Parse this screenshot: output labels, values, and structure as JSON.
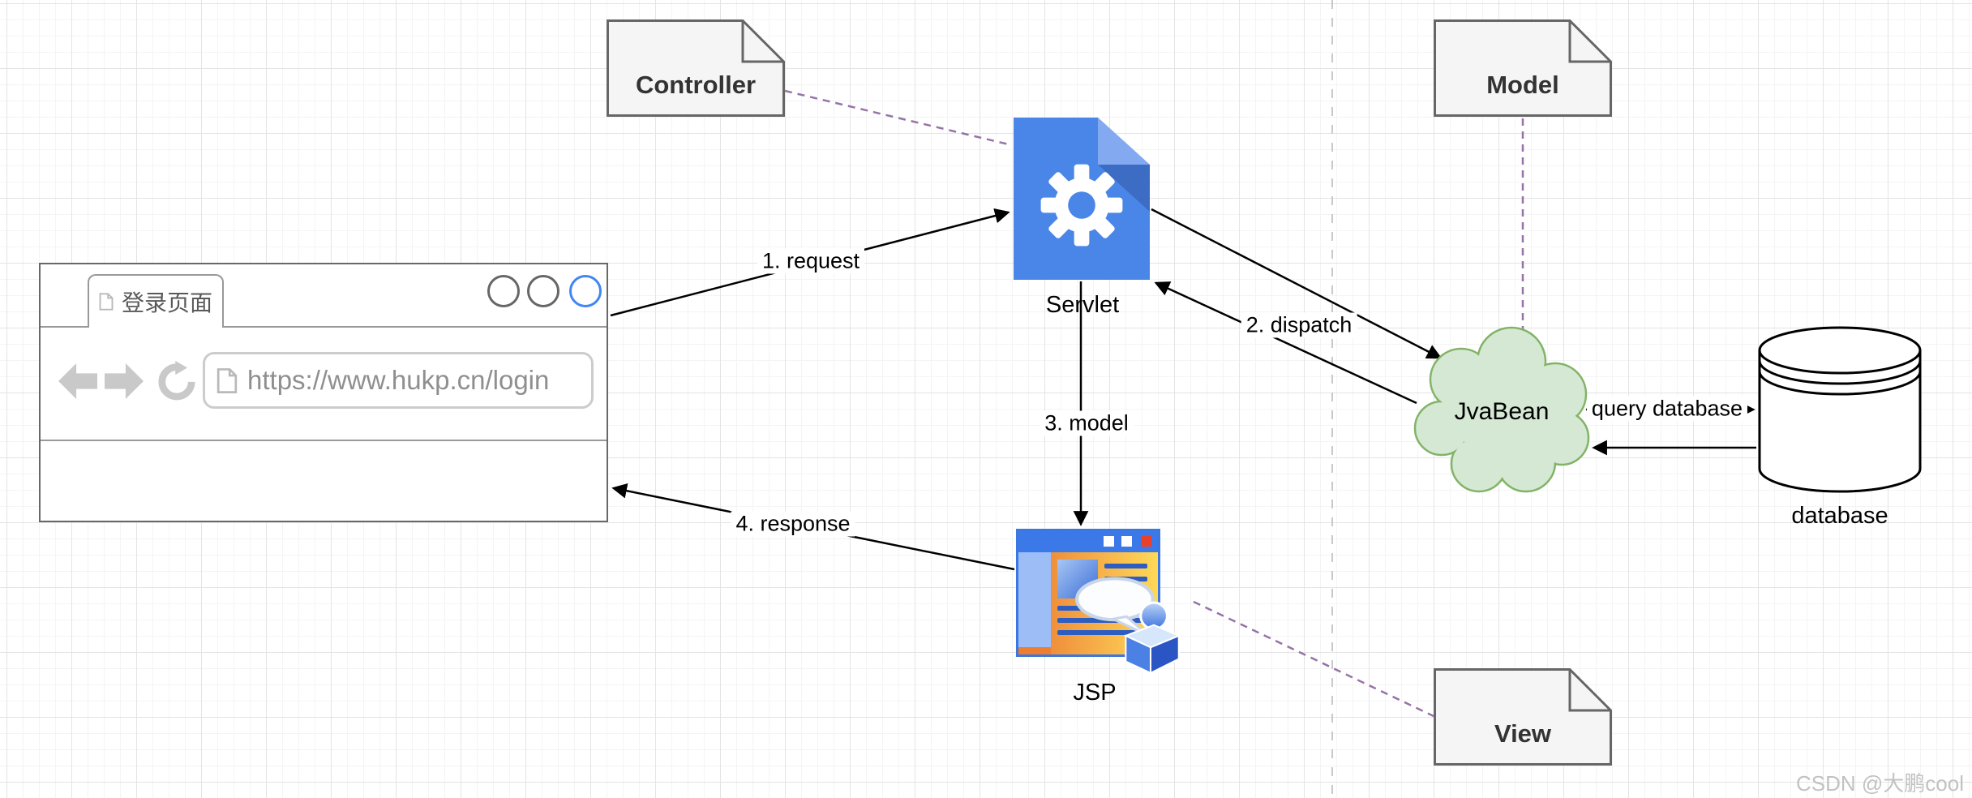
{
  "diagram": {
    "browser_mockup": {
      "tab_title": "登录页面",
      "url": "https://www.hukp.cn/login"
    },
    "nodes": {
      "controller_note": "Controller",
      "model_note": "Model",
      "view_note": "View",
      "servlet": "Servlet",
      "jsp": "JSP",
      "javabean": "JvaBean",
      "database": "database"
    },
    "edge_labels": {
      "request": "1. request",
      "dispatch": "2. dispatch",
      "model": "3. model",
      "response": "4. response",
      "query_database": "query database"
    },
    "watermark": "CSDN @大鹏cool",
    "icons": {
      "servlet": "document-with-gear",
      "jsp": "web-page-with-speech-bubble-and-person",
      "javabean": "cloud",
      "database": "cylinder",
      "notes": "folded-corner-note",
      "browser": "window-with-tab-and-address-bar"
    },
    "colors": {
      "servlet_blue": "#4a86e8",
      "cloud_fill": "#d5e8d4",
      "cloud_stroke": "#82b366",
      "note_fill": "#f5f5f5",
      "note_stroke": "#666666",
      "purple_dashed_connector": "#9673a6",
      "active_circle_blue": "#4285f4",
      "jsp_orange": "#ef8f3c"
    }
  }
}
